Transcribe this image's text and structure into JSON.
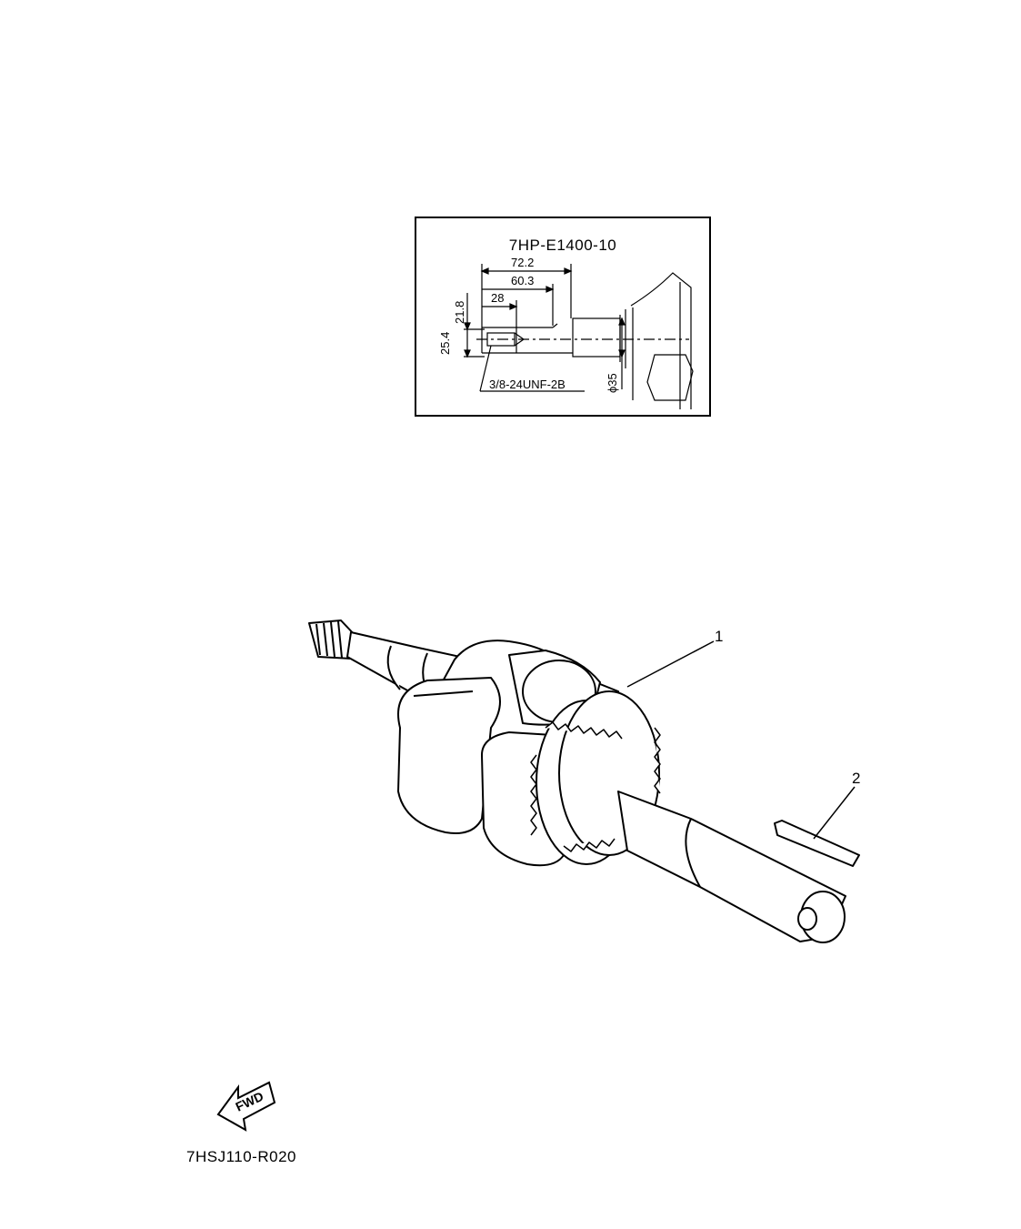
{
  "detail": {
    "part_number": "7HP-E1400-10",
    "dimensions": {
      "d_72_2": "72.2",
      "d_60_3": "60.3",
      "d_28": "28",
      "d_21_8": "21.8",
      "d_25_4": "25.4",
      "thread": "3/8-24UNF-2B",
      "diameter": "ϕ35"
    }
  },
  "callouts": {
    "c1": "1",
    "c2": "2"
  },
  "fwd_label": "FWD",
  "figure_code": "7HSJ110-R020"
}
